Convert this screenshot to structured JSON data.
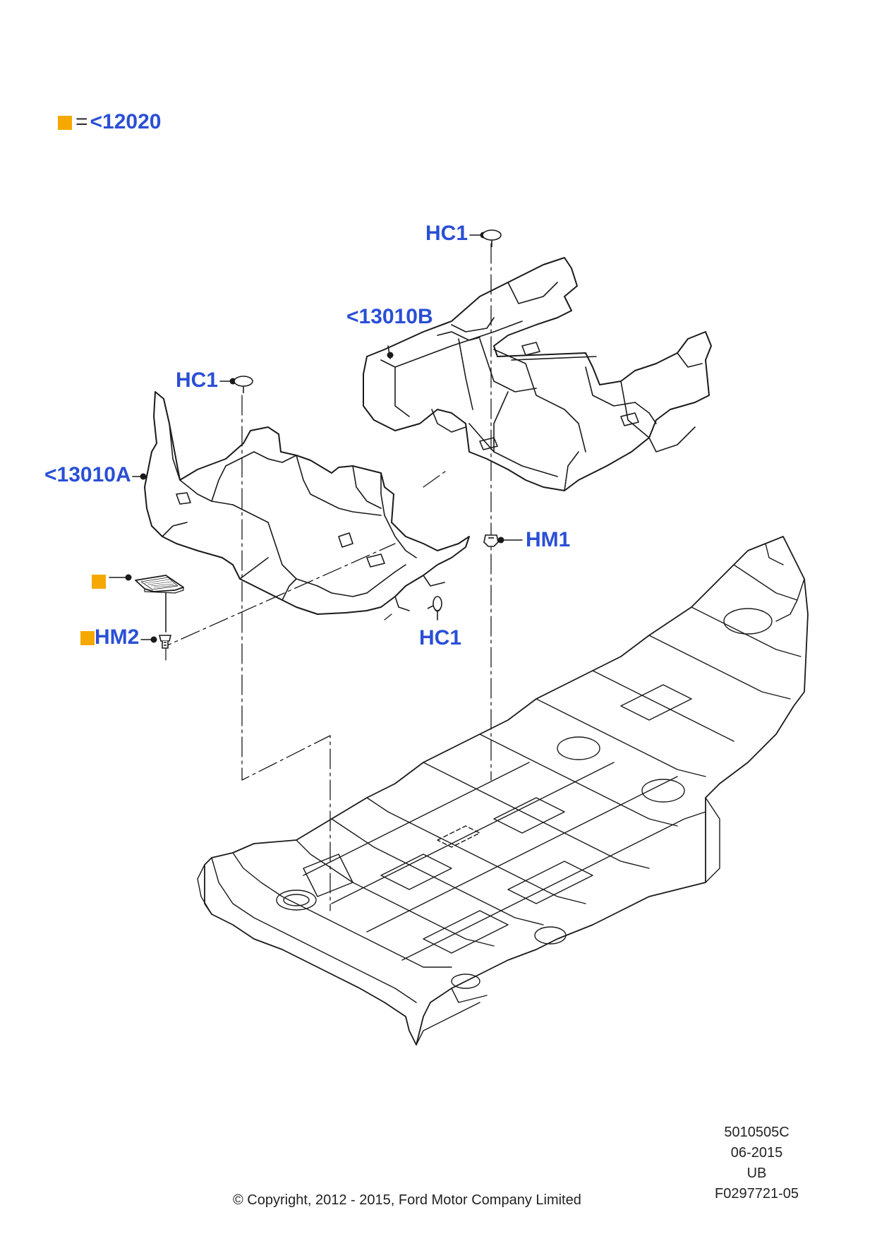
{
  "legend": {
    "swatch_color": "#f5a800",
    "equals": "=",
    "ref": "<12020"
  },
  "callouts": {
    "hc1_top": "HC1",
    "part_13010b": "<13010B",
    "hc1_left": "HC1",
    "part_13010a": "<13010A",
    "hm1": "HM1",
    "hm2": "HM2",
    "hc1_bottom": "HC1"
  },
  "footer": {
    "code": "5010505C",
    "date": "06-2015",
    "region": "UB",
    "figure": "F0297721-05",
    "copyright": "© Copyright, 2012 - 2015, Ford Motor Company Limited"
  },
  "colors": {
    "callout": "#2a4fd6",
    "marker": "#f5a800",
    "line": "#1a1a1a"
  },
  "icons": [
    "push-pin-icon",
    "clip-icon",
    "screw-icon",
    "floor-mat-icon"
  ]
}
